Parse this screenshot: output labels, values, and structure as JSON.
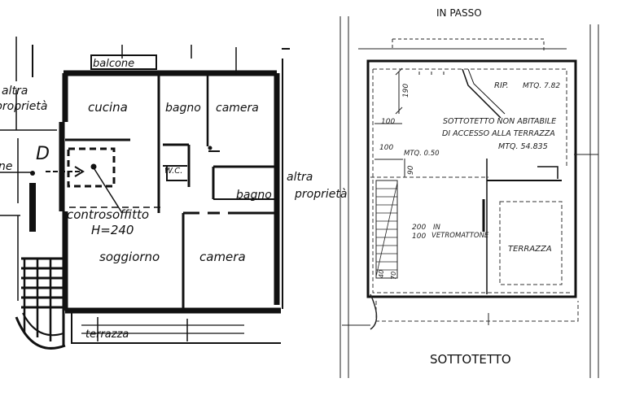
{
  "left_plan": {
    "rooms": {
      "balcony": "balcone",
      "kitchen": "cucina",
      "bath_top": "bagno",
      "bedroom_top": "camera",
      "bath_mid": "bagno",
      "false_ceiling": "controsoffitto",
      "false_ceiling_height": "H=240",
      "living": "soggiorno",
      "bedroom_bottom": "camera",
      "terrace": "terrazza"
    },
    "neighbors": {
      "left_line1": "altra",
      "left_line2": "proprietà",
      "right_line1": "altra",
      "right_line2": "proprietà",
      "entry_fragment": "ne"
    },
    "entry_marker": "D",
    "wc_label": "W.C."
  },
  "right_plan": {
    "top_fragment": "IN PASSO",
    "rip_label": "RIP.",
    "rip_area": "MTQ. 7.82",
    "attic_line1": "SOTTOTETTO NON ABITABILE",
    "attic_line2": "DI ACCESSO ALLA TERRAZZA",
    "attic_area": "MTQ. 54.835",
    "small_area": "MTQ. 0.50",
    "dim_190": "190",
    "dim_100_a": "100",
    "dim_100_b": "100",
    "dim_90": "90",
    "dim_200": "200",
    "dim_100_c": "100",
    "glass_block_line1": "IN",
    "glass_block_line2": "VETROMATTONE",
    "dim_40": "40",
    "dim_70": "70",
    "terrace": "TERRAZZA",
    "floor_title": "SOTTOTETTO"
  }
}
